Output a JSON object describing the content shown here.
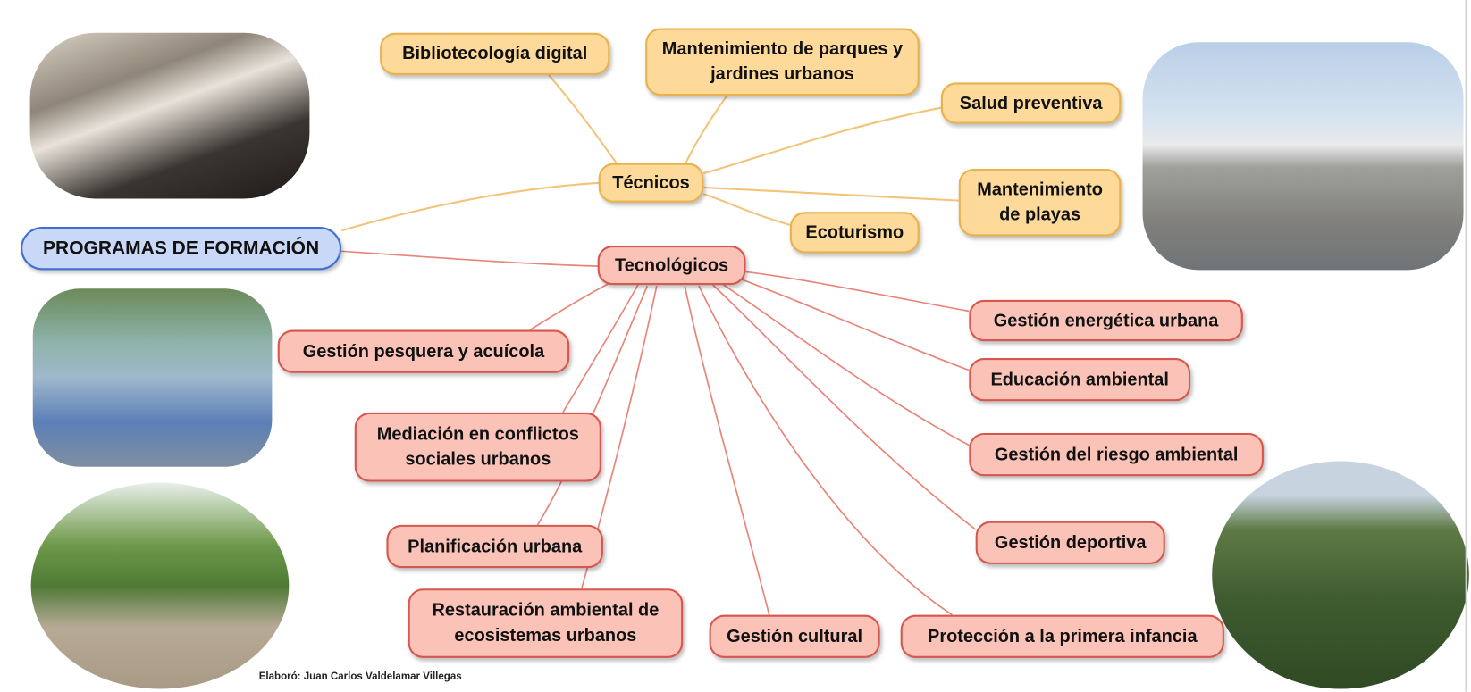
{
  "root": {
    "label": "PROGRAMAS DE FORMACIÓN"
  },
  "tecnicos": {
    "label": "Técnicos",
    "children": [
      "Bibliotecología digital",
      "Mantenimiento de parques y jardines urbanos",
      "Salud preventiva",
      "Mantenimiento de playas",
      "Ecoturismo"
    ]
  },
  "tecnologicos": {
    "label": "Tecnológicos",
    "children": [
      "Gestión pesquera y acuícola",
      "Mediación en conflictos sociales urbanos",
      "Planificación urbana",
      "Restauración ambiental de ecosistemas urbanos",
      "Gestión cultural",
      "Protección a la primera infancia",
      "Gestión energética urbana",
      "Educación ambiental",
      "Gestión del riesgo ambiental",
      "Gestión deportiva"
    ]
  },
  "credit": "Elaboró: Juan Carlos Valdelamar Villegas",
  "colors": {
    "tecnicos": "#fdd99a",
    "tecnologicos": "#fbc3b8",
    "root": "#cad8f8"
  }
}
